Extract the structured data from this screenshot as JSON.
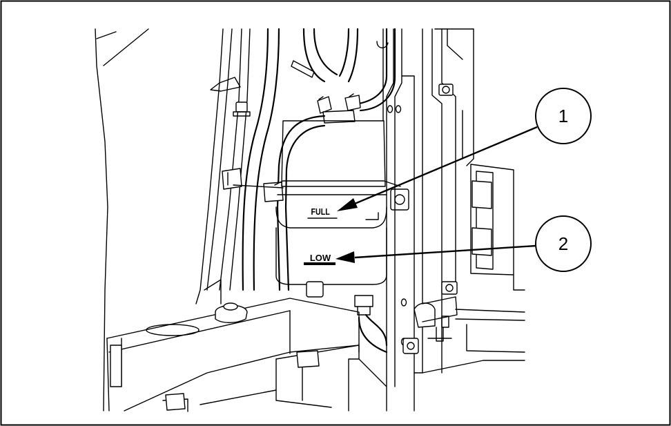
{
  "labels": {
    "full_mark": "FULL",
    "low_mark": "LOW"
  },
  "callouts": [
    {
      "number": "1"
    },
    {
      "number": "2"
    }
  ]
}
